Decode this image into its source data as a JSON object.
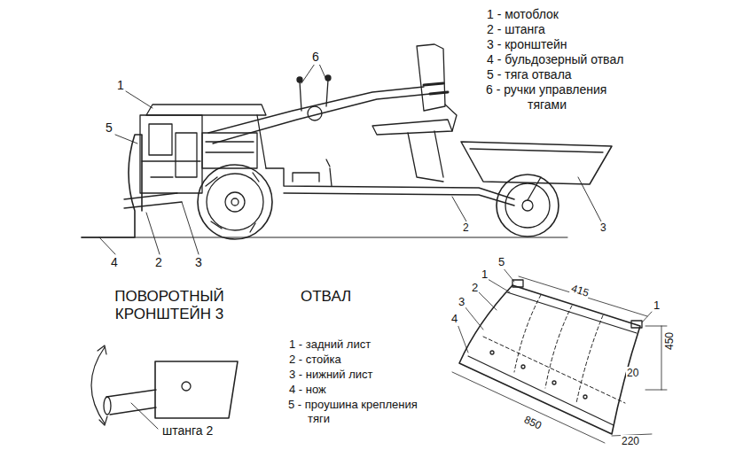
{
  "diagram": {
    "labels": [
      "1 - мотоблок",
      "2 - штанга",
      "3 - кронштейн",
      "4 - бульдозерный отвал",
      "5 - тяга отвала",
      "6 - ручки управления тягами",
      "6",
      "1",
      "5",
      "4",
      "2",
      "3",
      "2",
      "3",
      "ПОВОРОТНЫЙ КРОНШТЕЙН 3",
      "ОТВАЛ",
      "1 - задний лист",
      "2 - стойка",
      "3 - нижний лист",
      "4 - нож",
      "5 - проушина крепления тяги",
      "штанга 2",
      "5",
      "1",
      "2",
      "3",
      "4",
      "1",
      "415",
      "450",
      "20",
      "850",
      "220"
    ]
  }
}
